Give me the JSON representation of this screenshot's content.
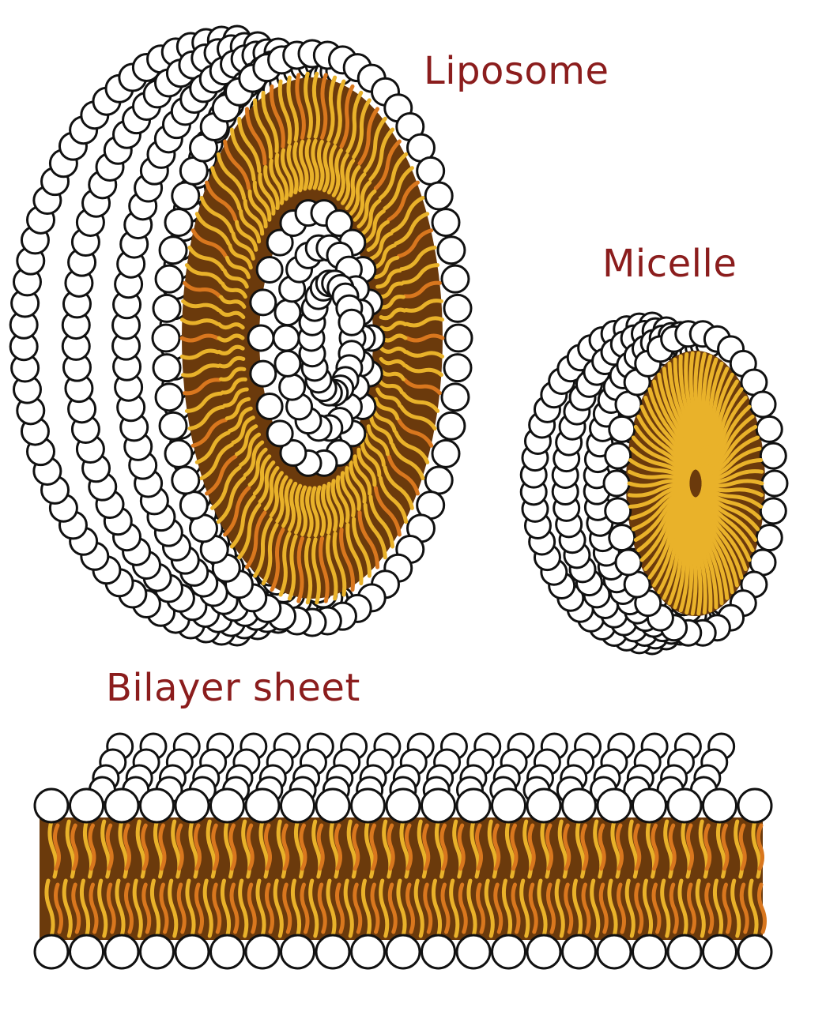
{
  "labels": {
    "liposome": "Liposome",
    "micelle": "Micelle",
    "bilayer": "Bilayer sheet"
  },
  "colors": {
    "label": "#8b1d1d",
    "tail_light": "#e9b22a",
    "tail_orange": "#d9771e",
    "core_dark": "#6b3a0c",
    "head_fill": "#ffffff",
    "head_stroke": "#111111"
  }
}
